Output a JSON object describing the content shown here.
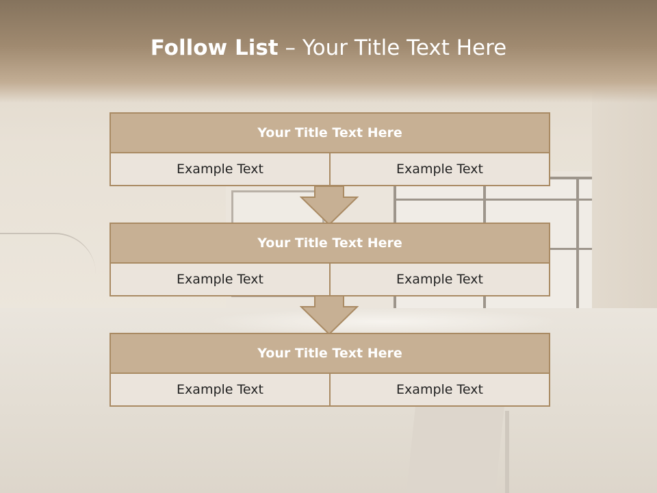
{
  "slide": {
    "title_strong": "Follow List",
    "title_rest": "– Your Title Text Here"
  },
  "steps": [
    {
      "title": "Your Title Text Here",
      "left": "Example Text",
      "right": "Example Text"
    },
    {
      "title": "Your Title Text Here",
      "left": "Example Text",
      "right": "Example Text"
    },
    {
      "title": "Your Title Text Here",
      "left": "Example Text",
      "right": "Example Text"
    }
  ],
  "colors": {
    "header_band": "#a08a70",
    "box_title_fill": "#c7b094",
    "box_border": "#a98a63",
    "cell_fill": "#ebe4dc",
    "arrow_fill": "#c7b094"
  }
}
